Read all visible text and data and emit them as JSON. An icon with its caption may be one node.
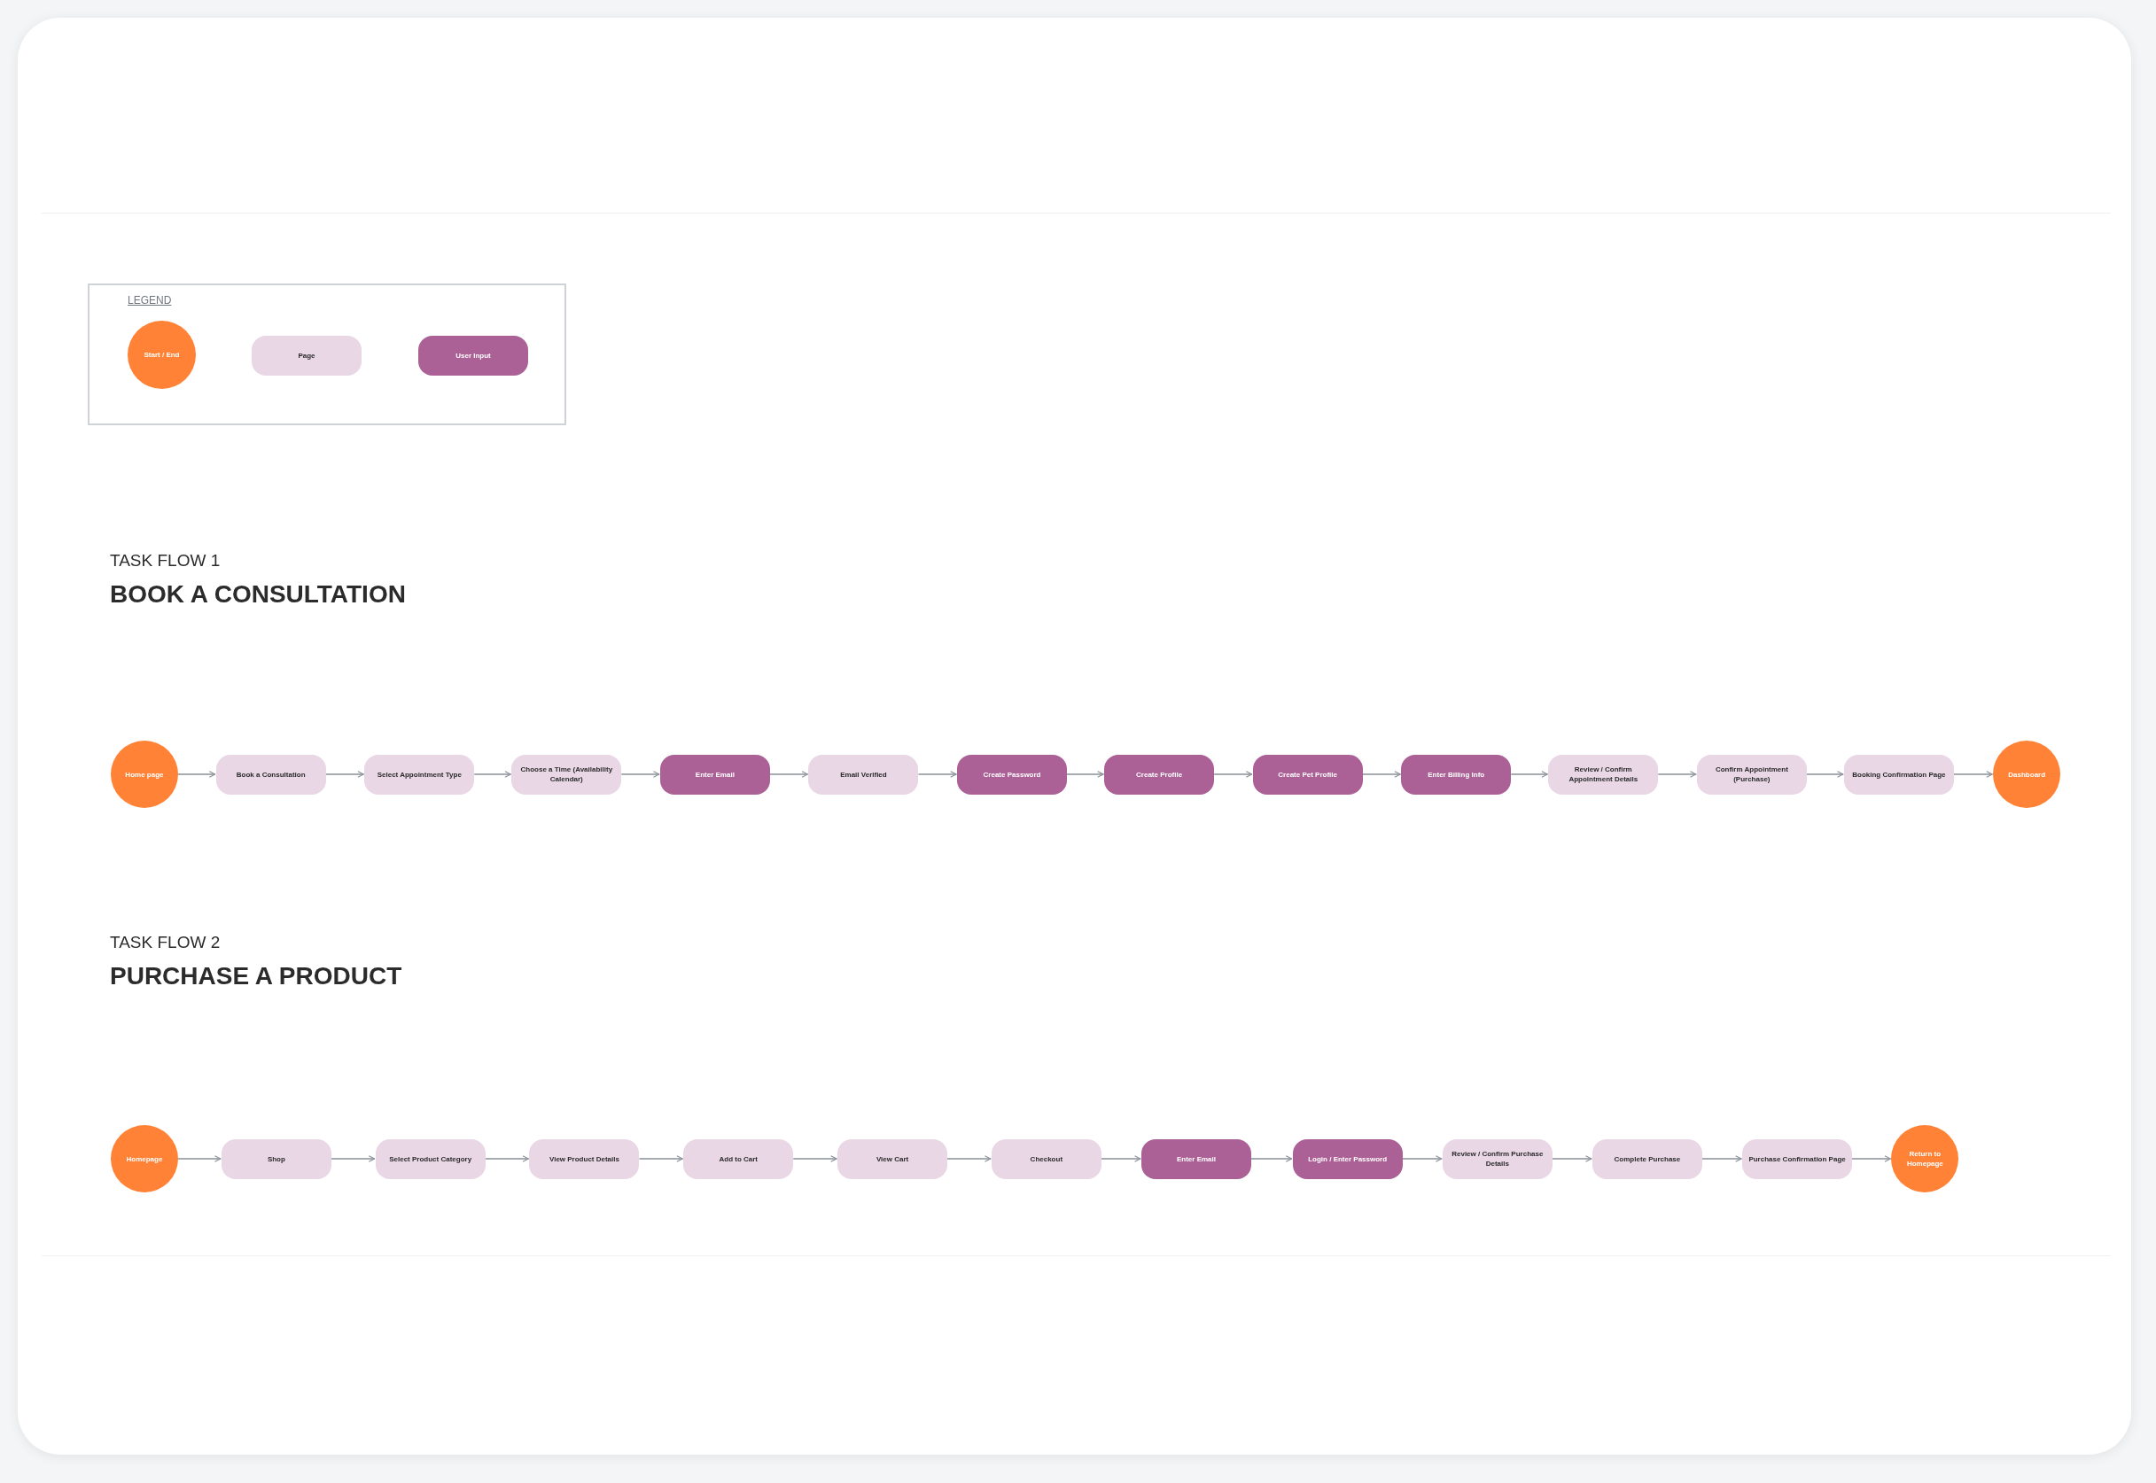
{
  "diagram": {
    "nodes": [
      {
        "text": [
          "Home page"
        ]
      },
      {
        "text": [
          "Book a Consultation"
        ]
      },
      {
        "text": [
          "Select Appointment Type"
        ]
      },
      {
        "text": [
          "Choose a Time (Availability Calendar)"
        ]
      },
      {
        "text": [
          "Enter Email"
        ]
      },
      {
        "text": [
          "Email Verified"
        ]
      },
      {
        "text": [
          "Create Password"
        ]
      },
      {
        "text": [
          "Create Profile"
        ]
      },
      {
        "text": [
          "Create Pet Profile"
        ]
      },
      {
        "text": [
          "Enter Billing Info"
        ]
      },
      {
        "text": [
          "Review / Confirm Appointment Details"
        ]
      },
      {
        "text": [
          "Confirm Appointment (Purchase)"
        ]
      },
      {
        "text": [
          "Booking Confirmation Page"
        ]
      },
      {
        "text": [
          "Dashboard"
        ]
      },
      {
        "text": [
          "Homepage"
        ]
      },
      {
        "text": [
          "Shop"
        ]
      },
      {
        "text": [
          "Select Product Category"
        ]
      },
      {
        "text": [
          "View Product Details"
        ]
      },
      {
        "text": [
          "Add to Cart"
        ]
      },
      {
        "text": [
          "View Cart"
        ]
      },
      {
        "text": [
          "Checkout"
        ]
      },
      {
        "text": [
          "Enter Email"
        ]
      },
      {
        "text": [
          "Login / Enter Password"
        ]
      },
      {
        "text": [
          "Review / Confirm Purchase Details"
        ]
      },
      {
        "text": [
          "Complete Purchase"
        ]
      },
      {
        "text": [
          "Purchase Confirmation Page"
        ]
      },
      {
        "text": [
          "Return to Homepage"
        ]
      }
    ],
    "edges": [
      {
        "from": 0,
        "to": 1,
        "arrow": "to"
      },
      {
        "from": 1,
        "to": 2,
        "arrow": "to"
      },
      {
        "from": 2,
        "to": 3,
        "arrow": "to"
      },
      {
        "from": 3,
        "to": 4,
        "arrow": "to"
      },
      {
        "from": 4,
        "to": 5,
        "arrow": "to"
      },
      {
        "from": 5,
        "to": 6,
        "arrow": "to"
      },
      {
        "from": 6,
        "to": 7,
        "arrow": "to"
      },
      {
        "from": 7,
        "to": 8,
        "arrow": "to"
      },
      {
        "from": 8,
        "to": 9,
        "arrow": "to"
      },
      {
        "from": 9,
        "to": 10,
        "arrow": "to"
      },
      {
        "from": 10,
        "to": 11,
        "arrow": "to"
      },
      {
        "from": 11,
        "to": 12,
        "arrow": "to"
      },
      {
        "from": 12,
        "to": 13,
        "arrow": "to"
      },
      {
        "from": 14,
        "to": 15,
        "arrow": "to"
      },
      {
        "from": 15,
        "to": 16,
        "arrow": "to"
      },
      {
        "from": 16,
        "to": 17,
        "arrow": "to"
      },
      {
        "from": 17,
        "to": 18,
        "arrow": "to"
      },
      {
        "from": 18,
        "to": 19,
        "arrow": "to"
      },
      {
        "from": 19,
        "to": 20,
        "arrow": "to"
      },
      {
        "from": 20,
        "to": 21,
        "arrow": "to"
      },
      {
        "from": 21,
        "to": 22,
        "arrow": "to"
      },
      {
        "from": 22,
        "to": 23,
        "arrow": "to"
      },
      {
        "from": 23,
        "to": 24,
        "arrow": "to"
      },
      {
        "from": 24,
        "to": 25,
        "arrow": "to"
      },
      {
        "from": 25,
        "to": 26,
        "arrow": "to"
      }
    ],
    "labels": [
      "LEGEND",
      "TASK FLOW 1",
      "BOOK A CONSULTATION",
      "TASK FLOW 2",
      "PURCHASE A PRODUCT"
    ],
    "legend": [
      {
        "text": "Start / End",
        "color": "#ff8236"
      },
      {
        "text": "Page",
        "color": "#e9d7e6"
      },
      {
        "text": "User Input",
        "color": "#ab6096"
      }
    ]
  }
}
